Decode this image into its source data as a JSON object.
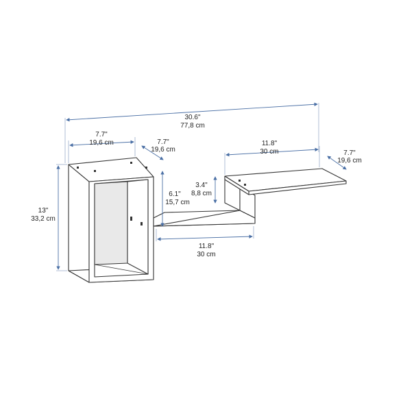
{
  "dimensions": {
    "overall_width": {
      "imperial": "30.6\"",
      "metric": "77,8 cm"
    },
    "cube_width": {
      "imperial": "7.7\"",
      "metric": "19,6 cm"
    },
    "cube_depth": {
      "imperial": "7.7\"",
      "metric": "19,6 cm"
    },
    "top_shelf_width": {
      "imperial": "11.8\"",
      "metric": "30 cm"
    },
    "top_shelf_depth": {
      "imperial": "7.7\"",
      "metric": "19,6 cm"
    },
    "overall_height": {
      "imperial": "13\"",
      "metric": "33,2 cm"
    },
    "step_height": {
      "imperial": "3.4\"",
      "metric": "8,8 cm"
    },
    "middle_height": {
      "imperial": "6.1\"",
      "metric": "15,7 cm"
    },
    "middle_shelf_width": {
      "imperial": "11.8\"",
      "metric": "30 cm"
    }
  },
  "colors": {
    "outline": "#333333",
    "dimension_line": "#4a6fa5"
  }
}
